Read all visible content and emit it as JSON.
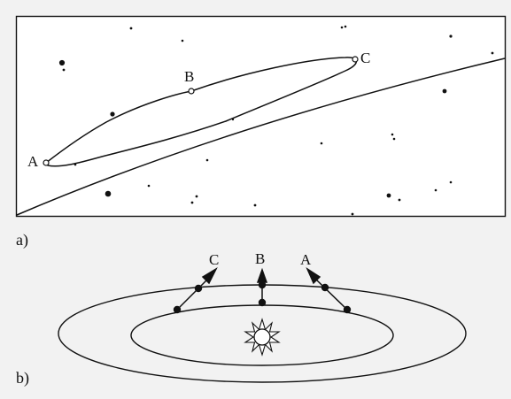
{
  "panel_a": {
    "caption": "a)",
    "points": [
      {
        "label": "A"
      },
      {
        "label": "B"
      },
      {
        "label": "C"
      }
    ]
  },
  "panel_b": {
    "caption": "b)",
    "labels": [
      {
        "label": "C"
      },
      {
        "label": "B"
      },
      {
        "label": "A"
      }
    ]
  },
  "colors": {
    "background": "#f2f2f2",
    "sky": "#ffffff",
    "ink": "#111111"
  },
  "icons": {
    "sun": "sun-icon",
    "planet": "filled-circle",
    "direction": "arrow-up"
  }
}
